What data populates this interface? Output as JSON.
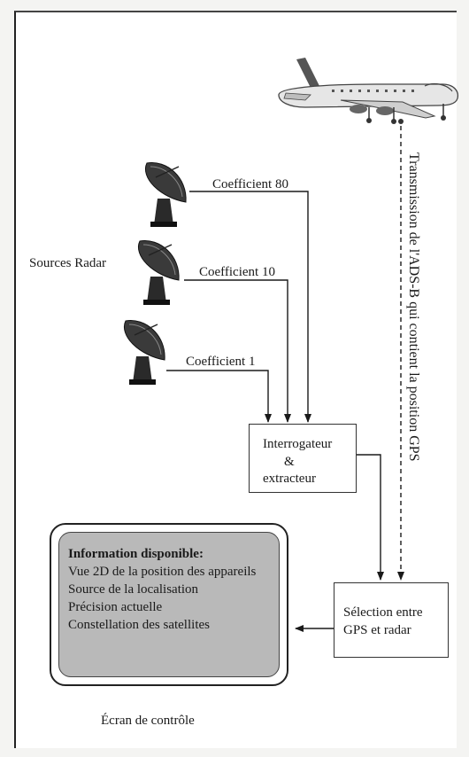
{
  "labels": {
    "sources_radar": "Sources Radar",
    "coef_80": "Coefficient 80",
    "coef_10": "Coefficient 10",
    "coef_1": "Coefficient 1",
    "interrogator": [
      "Interrogateur",
      "&",
      "extracteur"
    ],
    "selection": [
      "Sélection entre",
      "GPS et radar"
    ],
    "ads_b": "Transmission de l'ADS-B qui contient la position GPS",
    "screen_caption": "Écran de contrôle"
  },
  "info": {
    "heading": "Information disponible:",
    "items": [
      "Vue 2D de la position des appareils",
      "Source de la localisation",
      "Précision actuelle",
      "Constellation des satellites"
    ]
  },
  "icons": {
    "aircraft": "airplane-icon",
    "radar": "radar-dish-icon"
  },
  "colors": {
    "line": "#1a1a1a",
    "screen_fill": "#b9b9b9"
  }
}
